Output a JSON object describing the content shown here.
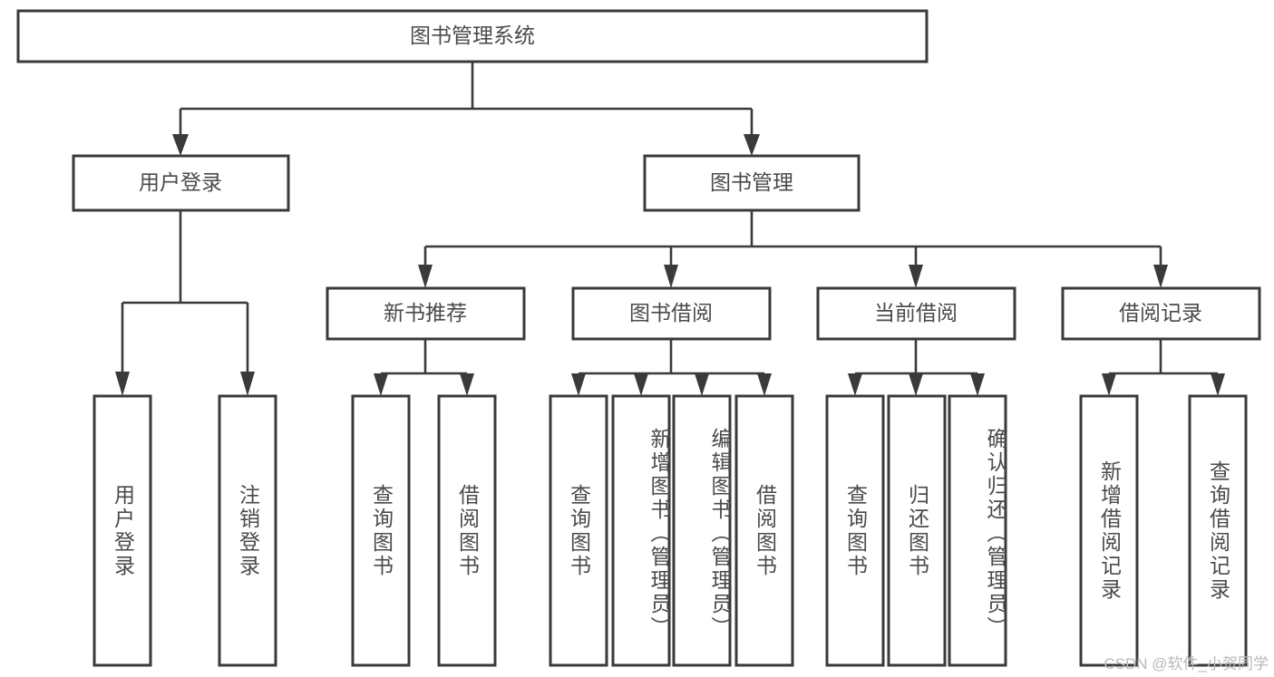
{
  "diagram": {
    "title": "图书管理系统",
    "type": "tree-hierarchy",
    "root": {
      "label": "图书管理系统"
    },
    "level2": [
      {
        "label": "用户登录"
      },
      {
        "label": "图书管理"
      }
    ],
    "level3": [
      {
        "label": "新书推荐"
      },
      {
        "label": "图书借阅"
      },
      {
        "label": "当前借阅"
      },
      {
        "label": "借阅记录"
      }
    ],
    "leaves": {
      "user_login": [
        {
          "label": "用户登录"
        },
        {
          "label": "注销登录"
        }
      ],
      "new_book_recommend": [
        {
          "label": "查询图书"
        },
        {
          "label": "借阅图书"
        }
      ],
      "book_borrow": [
        {
          "label": "查询图书"
        },
        {
          "label": "新增图书（管理员）"
        },
        {
          "label": "编辑图书（管理员）"
        },
        {
          "label": "借阅图书"
        }
      ],
      "current_borrow": [
        {
          "label": "查询图书"
        },
        {
          "label": "归还图书"
        },
        {
          "label": "确认归还（管理员）"
        }
      ],
      "borrow_record": [
        {
          "label": "新增借阅记录"
        },
        {
          "label": "查询借阅记录"
        }
      ]
    }
  },
  "watermark": {
    "text": "CSDN @软件_小贺同学"
  },
  "colors": {
    "stroke": "#3a3a3a",
    "text": "#4a4a4a",
    "background": "#ffffff",
    "watermark": "#b9b9b9"
  }
}
